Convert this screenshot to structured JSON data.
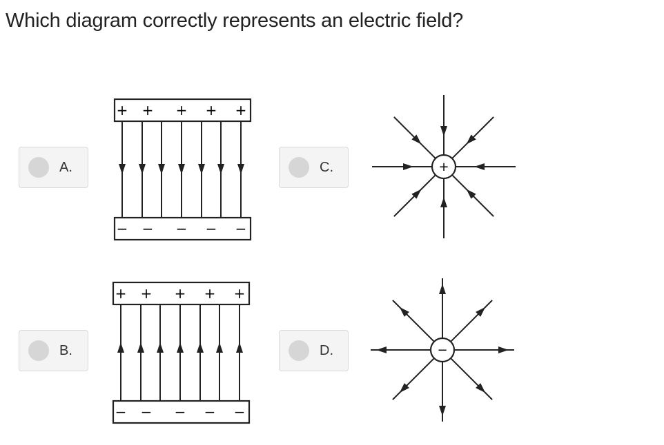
{
  "question": {
    "text": "Which diagram correctly represents an electric field?"
  },
  "options": [
    {
      "id": "a",
      "label": "A.",
      "diagram": "plates-arrows-down"
    },
    {
      "id": "b",
      "label": "B.",
      "diagram": "plates-arrows-up"
    },
    {
      "id": "c",
      "label": "C.",
      "diagram": "positive-charge-arrows-inward"
    },
    {
      "id": "d",
      "label": "D.",
      "diagram": "negative-charge-arrows-outward"
    }
  ],
  "diagram_text": {
    "plus": "+",
    "minus": "−"
  }
}
